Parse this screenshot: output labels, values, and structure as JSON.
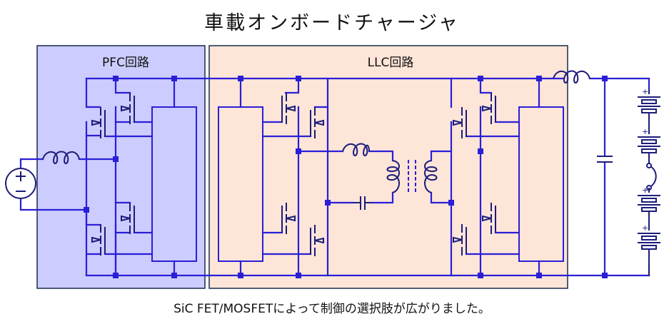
{
  "title": "車載オンボードチャージャ",
  "caption": "SiC FET/MOSFETによって制御の選択肢が広がりました。",
  "blocks": [
    {
      "id": "pfc",
      "label": "PFC回路",
      "fill": "#ccccff"
    },
    {
      "id": "llc",
      "label": "LLC回路",
      "fill": "#fde5d8"
    }
  ],
  "colors": {
    "wire": "#2a1fd6",
    "wire_dark": "#1a1a8c",
    "node": "#2a1fd6",
    "component": "#1c1c7a",
    "box_border": "#1a2a4a",
    "text": "#111111"
  },
  "components": {
    "source": {
      "type": "ac-voltage-source",
      "symbols": [
        "+",
        "−"
      ]
    },
    "pfc_inductor": {
      "type": "inductor"
    },
    "pfc_switches": {
      "type": "mosfet",
      "count": 4
    },
    "pfc_controller": {
      "type": "controller-block"
    },
    "llc_primary_switches": {
      "type": "mosfet",
      "count": 4
    },
    "llc_primary_controller": {
      "type": "controller-block"
    },
    "resonant_inductor": {
      "type": "inductor"
    },
    "resonant_capacitor": {
      "type": "capacitor"
    },
    "transformer": {
      "type": "transformer"
    },
    "llc_secondary_switches": {
      "type": "mosfet",
      "count": 4
    },
    "llc_secondary_controller": {
      "type": "controller-block"
    },
    "output_inductor": {
      "type": "inductor"
    },
    "output_capacitor": {
      "type": "capacitor"
    },
    "battery": {
      "type": "battery-stack",
      "cells": 4,
      "cell_symbol": "+"
    }
  }
}
